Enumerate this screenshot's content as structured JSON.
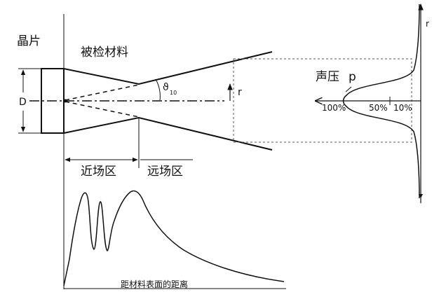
{
  "labels": {
    "crystal": "晶片",
    "material": "被检材料",
    "diameter": "D",
    "angle_symbol": "ϑ",
    "angle_subscript": "10",
    "radius_center": "r",
    "radius_right": "r",
    "pressure": "声压",
    "pressure_symbol": "p",
    "pct_100": "100%",
    "pct_50": "50%",
    "pct_10": "10%",
    "near_field": "近场区",
    "far_field": "远场区",
    "distance_axis": "距材料表面的距离"
  }
}
